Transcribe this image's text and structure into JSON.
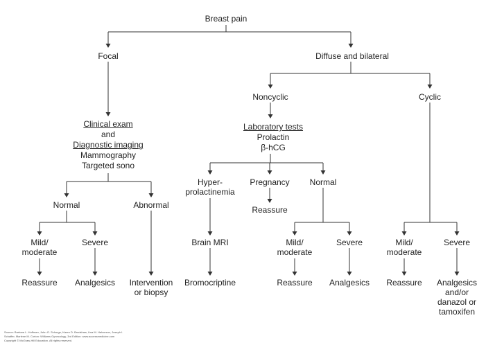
{
  "nodes": {
    "root": "Breast pain",
    "focal": "Focal",
    "diffuse": "Diffuse and bilateral",
    "noncyclic": "Noncyclic",
    "cyclic": "Cyclic",
    "clinical_exam": "Clinical exam",
    "and": "and",
    "diag_imaging": "Diagnostic imaging",
    "mammography": "Mammography",
    "targeted_sono": "Targeted sono",
    "lab_tests": "Laboratory tests",
    "prolactin": "Prolactin",
    "bhcg": "β-hCG",
    "focal_normal": "Normal",
    "focal_abnormal": "Abnormal",
    "hyper_1": "Hyper-",
    "hyper_2": "prolactinemia",
    "pregnancy": "Pregnancy",
    "lab_normal": "Normal",
    "reassure_preg": "Reassure",
    "mild_1": "Mild/",
    "mild_2": "moderate",
    "severe": "Severe",
    "brain_mri": "Brain MRI",
    "reassure": "Reassure",
    "analgesics": "Analgesics",
    "intervention_1": "Intervention",
    "intervention_2": "or biopsy",
    "bromocriptine": "Bromocriptine",
    "cyc_an_1": "Analgesics",
    "cyc_an_2": "and/or",
    "cyc_an_3": "danazol or",
    "cyc_an_4": "tamoxifen"
  },
  "source_lines": [
    "Source: Barbara L. Hoffman, John O. Schorge, Karen D. Bradshaw, Lisa M. Halvorson, Joseph I.",
    "Schaffer, Marlene M. Corton: Williams Gynecology, 3rd Edition: www.accessmedicine.com",
    "Copyright © McGraw-Hill Education. All rights reserved."
  ]
}
